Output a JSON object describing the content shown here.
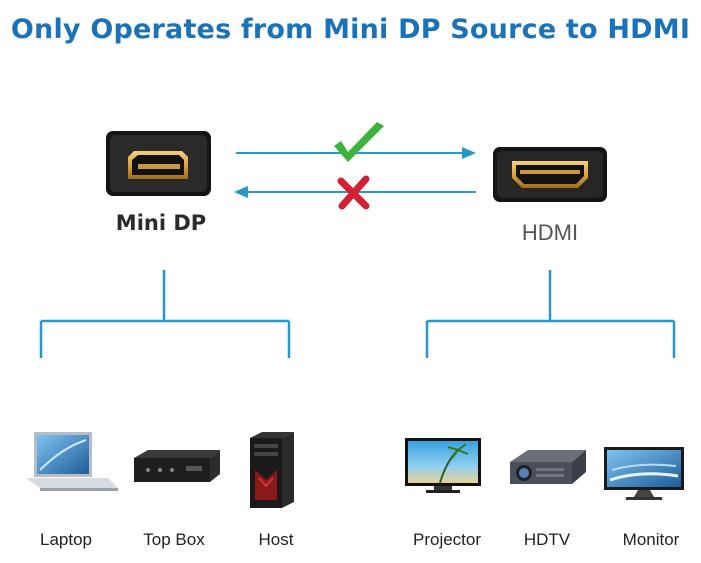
{
  "title": "Only Operates from Mini DP Source to HDMI",
  "source": {
    "label": "Mini DP"
  },
  "target": {
    "label": "HDMI"
  },
  "source_devices": [
    {
      "label": "Laptop",
      "icon": "laptop-icon"
    },
    {
      "label": "Top Box",
      "icon": "set-top-box-icon"
    },
    {
      "label": "Host",
      "icon": "desktop-tower-icon"
    }
  ],
  "target_devices": [
    {
      "label": "Projector",
      "icon": "projector-screen-icon"
    },
    {
      "label": "HDTV",
      "icon": "video-projector-icon"
    },
    {
      "label": "Monitor",
      "icon": "monitor-icon"
    }
  ],
  "colors": {
    "title": "#1a72b8",
    "line": "#2a97c9",
    "check": "#3cb43c",
    "cross": "#d52031",
    "port_body": "#1a1a1a",
    "port_gold": "#d9a441"
  }
}
